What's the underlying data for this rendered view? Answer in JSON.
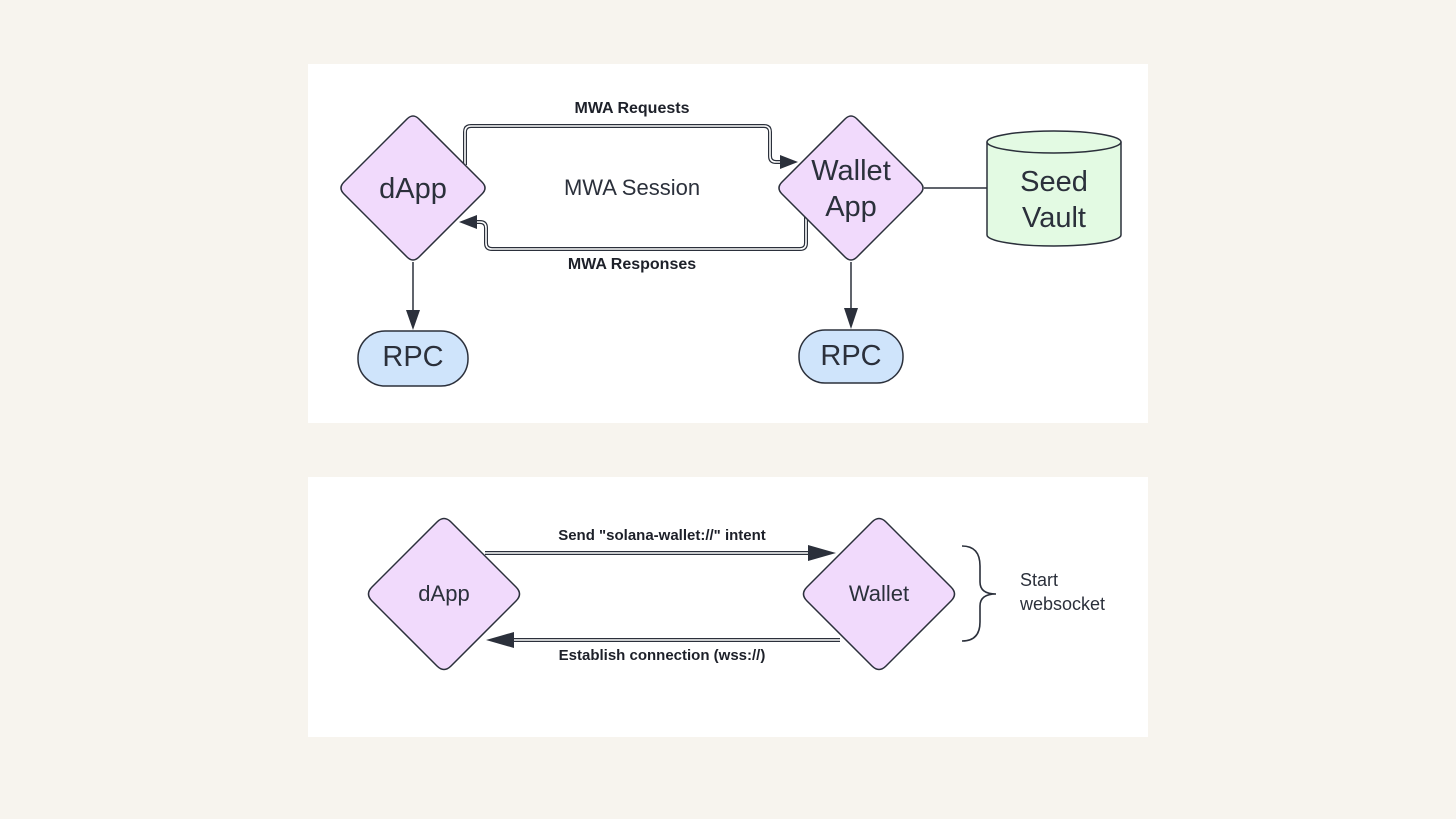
{
  "colors": {
    "background": "#f7f4ee",
    "panel": "#ffffff",
    "diamond_fill": "#f1dafc",
    "rpc_fill": "#cfe4fb",
    "vault_fill": "#e3fae3",
    "stroke": "#2b303b"
  },
  "diagram_top": {
    "nodes": {
      "dapp": "dApp",
      "wallet_app_line1": "Wallet",
      "wallet_app_line2": "App",
      "seed_vault_line1": "Seed",
      "seed_vault_line2": "Vault",
      "rpc_left": "RPC",
      "rpc_right": "RPC"
    },
    "session_label": "MWA Session",
    "requests_label": "MWA Requests",
    "responses_label": "MWA Responses"
  },
  "diagram_bottom": {
    "nodes": {
      "dapp": "dApp",
      "wallet": "Wallet"
    },
    "intent_label": "Send \"solana-wallet://\" intent",
    "connection_label": "Establish connection (wss://)",
    "brace_label_line1": "Start",
    "brace_label_line2": "websocket"
  }
}
